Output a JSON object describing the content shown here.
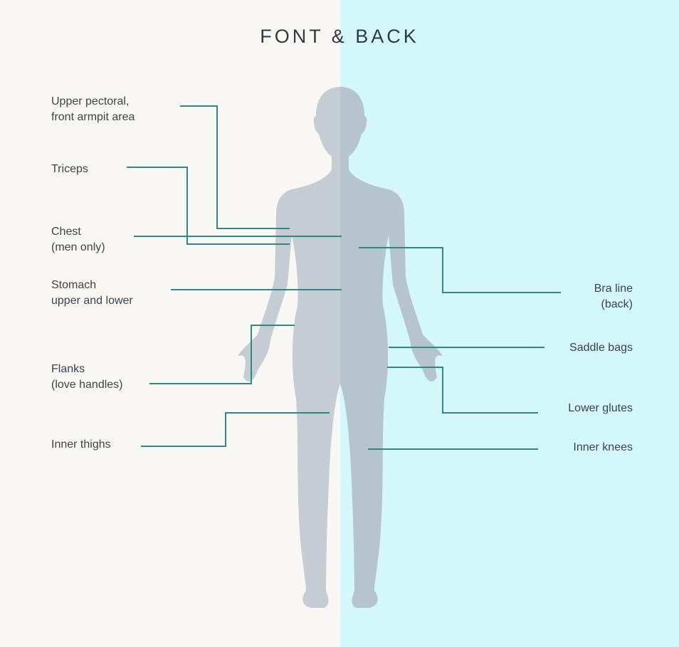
{
  "title": "FONT & BACK",
  "colors": {
    "front_background": "#f8f7f3",
    "back_background": "#d3f7fb",
    "silhouette_front": "#c5ccd3",
    "silhouette_back": "#b6c4ce",
    "leader_line": "#2e8a80",
    "label_text": "#3c4449"
  },
  "front_labels": [
    {
      "line1": "Upper pectoral,",
      "line2": "front armpit area"
    },
    {
      "line1": "Triceps",
      "line2": ""
    },
    {
      "line1": "Chest",
      "line2": "(men only)"
    },
    {
      "line1": "Stomach",
      "line2": "upper and lower"
    },
    {
      "line1": "Flanks",
      "line2": "(love handles)"
    },
    {
      "line1": "Inner thighs",
      "line2": ""
    }
  ],
  "back_labels": [
    {
      "line1": "Bra line",
      "line2": "(back)"
    },
    {
      "line1": "Saddle bags",
      "line2": ""
    },
    {
      "line1": "Lower glutes",
      "line2": ""
    },
    {
      "line1": "Inner knees",
      "line2": ""
    }
  ]
}
